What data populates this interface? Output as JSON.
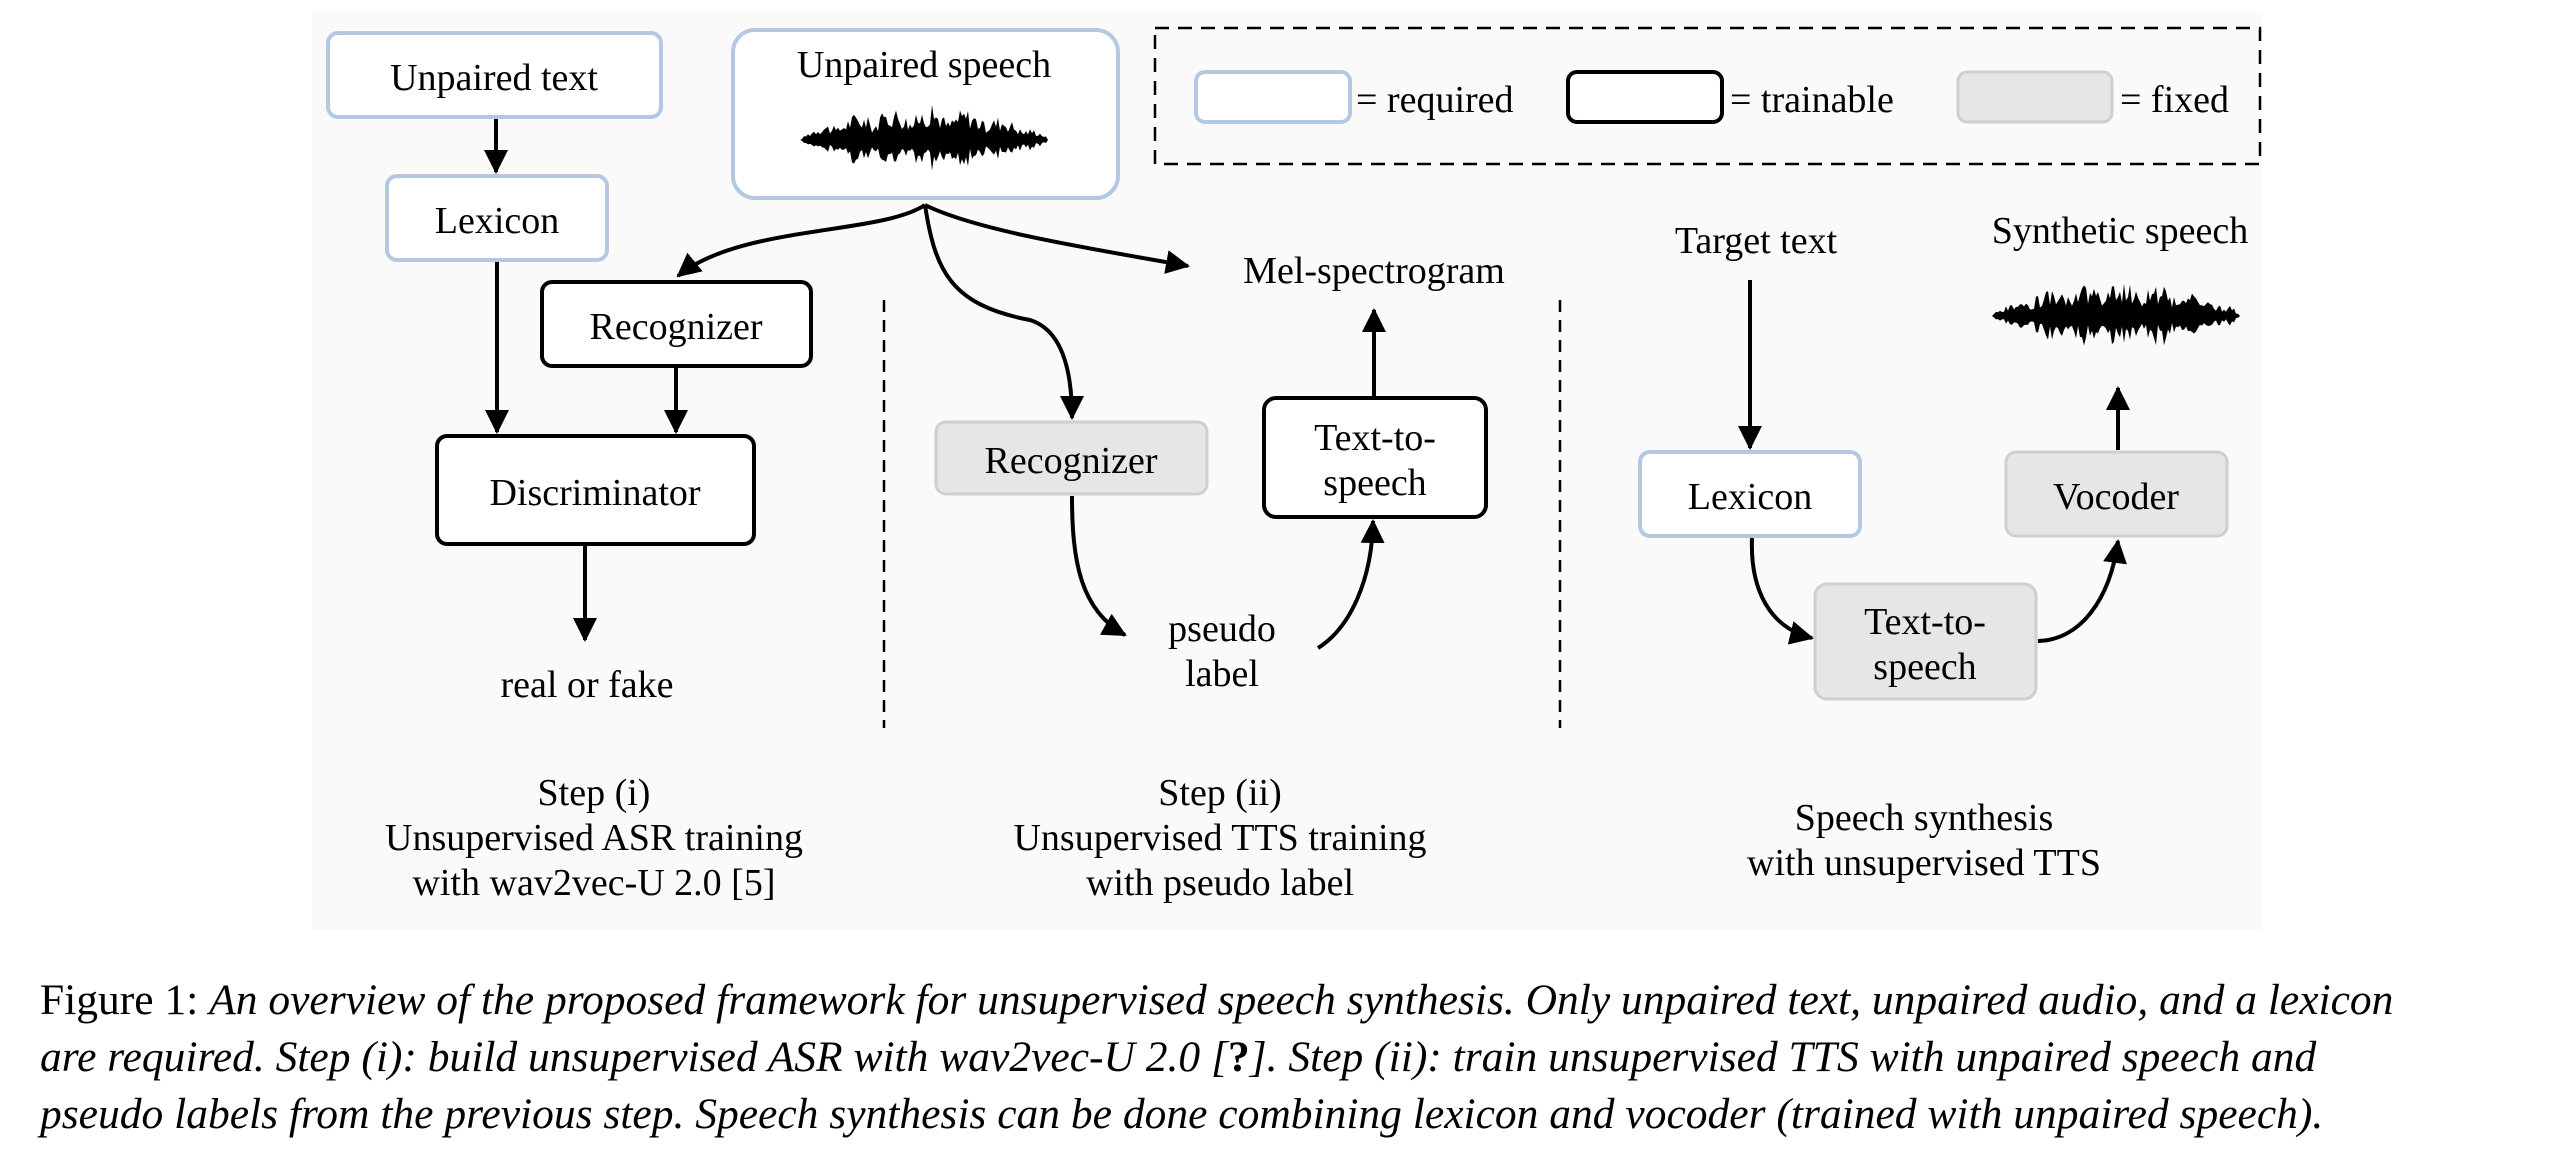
{
  "legend": {
    "required": "= required",
    "trainable": "= trainable",
    "fixed": "= fixed"
  },
  "step1": {
    "unpaired_text": "Unpaired text",
    "lexicon": "Lexicon",
    "recognizer": "Recognizer",
    "discriminator": "Discriminator",
    "output": "real or fake",
    "title": [
      "Step (i)",
      "Unsupervised ASR training",
      "with wav2vec-U 2.0 [5]"
    ]
  },
  "shared": {
    "unpaired_speech": "Unpaired speech",
    "mel": "Mel-spectrogram"
  },
  "step2": {
    "recognizer": "Recognizer",
    "tts": [
      "Text-to-",
      "speech"
    ],
    "pseudo": [
      "pseudo",
      "label"
    ],
    "title": [
      "Step (ii)",
      "Unsupervised TTS training",
      "with pseudo label"
    ]
  },
  "synthesis": {
    "target_text": "Target text",
    "synthetic_speech": "Synthetic speech",
    "lexicon": "Lexicon",
    "tts": [
      "Text-to-",
      "speech"
    ],
    "vocoder": "Vocoder",
    "title": [
      "Speech synthesis",
      "with unsupervised TTS"
    ]
  },
  "caption": {
    "label": "Figure 1: ",
    "line1": "An overview of the proposed framework for unsupervised speech synthesis. Only unpaired text, unpaired audio, and a lexicon",
    "line2_a": "are required.  Step (i):  build unsupervised ASR with wav2vec-U 2.0 [",
    "line2_q": "?",
    "line2_b": "].  Step (ii):  train unsupervised TTS with unpaired speech and",
    "line3": "pseudo labels from the previous step. Speech synthesis can be done combining lexicon and vocoder (trained with unpaired speech)."
  },
  "colors": {
    "required_border": "#b5c8e2",
    "trainable_border": "#000000",
    "fixed_fill": "#e6e6e6",
    "fixed_border": "#cfcfcf",
    "panel_bg": "#fafafa"
  }
}
